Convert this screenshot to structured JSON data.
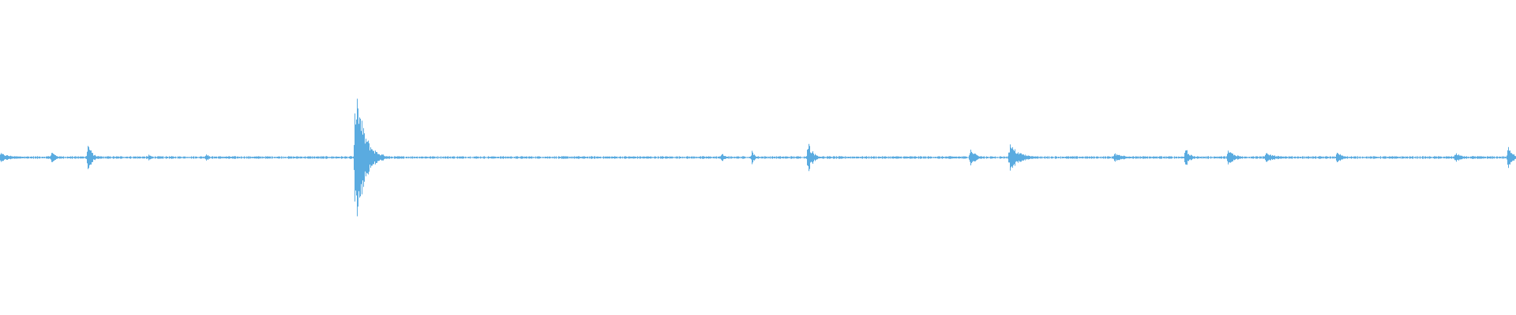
{
  "waveform": {
    "color": "#5aabe0",
    "background": "#ffffff",
    "duration_fraction_note": "",
    "events": [
      {
        "pos": 0.0,
        "amp": 0.03,
        "width": 0.03
      },
      {
        "pos": 0.034,
        "amp": 0.04,
        "width": 0.012
      },
      {
        "pos": 0.058,
        "amp": 0.1,
        "width": 0.01
      },
      {
        "pos": 0.098,
        "amp": 0.02,
        "width": 0.01
      },
      {
        "pos": 0.136,
        "amp": 0.03,
        "width": 0.006
      },
      {
        "pos": 0.2345,
        "amp": 0.5,
        "width": 0.022
      },
      {
        "pos": 0.476,
        "amp": 0.03,
        "width": 0.008
      },
      {
        "pos": 0.496,
        "amp": 0.05,
        "width": 0.006
      },
      {
        "pos": 0.533,
        "amp": 0.11,
        "width": 0.012
      },
      {
        "pos": 0.64,
        "amp": 0.06,
        "width": 0.014
      },
      {
        "pos": 0.666,
        "amp": 0.09,
        "width": 0.026
      },
      {
        "pos": 0.735,
        "amp": 0.03,
        "width": 0.03
      },
      {
        "pos": 0.782,
        "amp": 0.07,
        "width": 0.01
      },
      {
        "pos": 0.81,
        "amp": 0.05,
        "width": 0.02
      },
      {
        "pos": 0.835,
        "amp": 0.03,
        "width": 0.03
      },
      {
        "pos": 0.882,
        "amp": 0.04,
        "width": 0.012
      },
      {
        "pos": 0.96,
        "amp": 0.03,
        "width": 0.018
      },
      {
        "pos": 0.995,
        "amp": 0.1,
        "width": 0.01
      }
    ],
    "baseline_noise": 0.006
  }
}
